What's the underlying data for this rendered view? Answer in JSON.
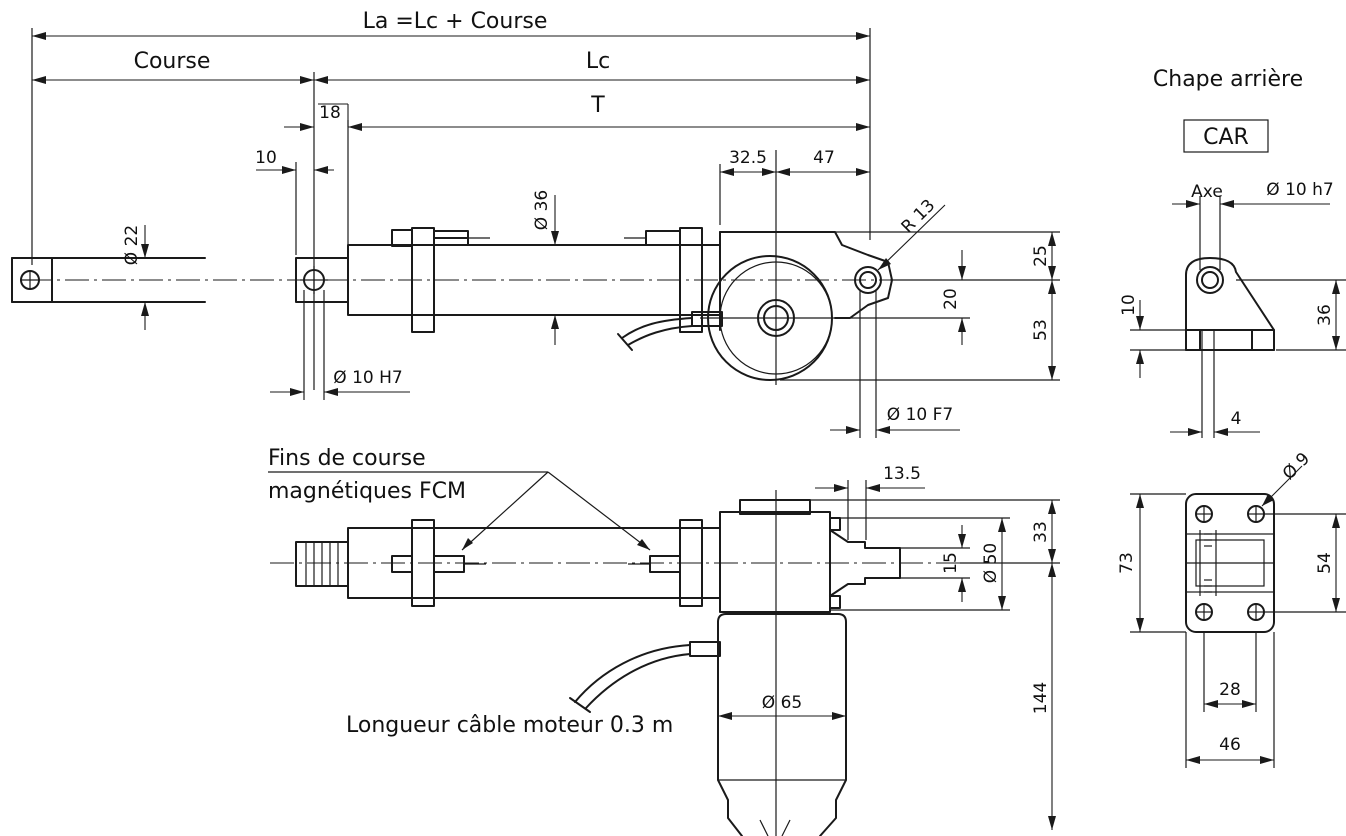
{
  "labels": {
    "la": "La =Lc + Course",
    "course": "Course",
    "lc": "Lc",
    "t": "T",
    "chape": "Chape arrière",
    "car": "CAR",
    "axe": "Axe",
    "fins1": "Fins de course",
    "fins2": "magnétiques FCM",
    "cable": "Longueur câble moteur  0.3 m"
  },
  "dims": {
    "d18": "18",
    "d10a": "10",
    "d22": "Ø 22",
    "d36": "Ø 36",
    "d10H7": "Ø 10 H7",
    "d32_5": "32.5",
    "d47": "47",
    "dR13": "R 13",
    "d25": "25",
    "d20": "20",
    "d53": "53",
    "d10F7": "Ø 10 F7",
    "d10h7": "Ø 10 h7",
    "d10b": "10",
    "d36b": "36",
    "d4": "4",
    "d13_5": "13.5",
    "d33": "33",
    "d15": "15",
    "d50": "Ø 50",
    "d144": "144",
    "d65": "Ø 65",
    "d9": "Ø 9",
    "d73": "73",
    "d54": "54",
    "d28": "28",
    "d46": "46"
  }
}
